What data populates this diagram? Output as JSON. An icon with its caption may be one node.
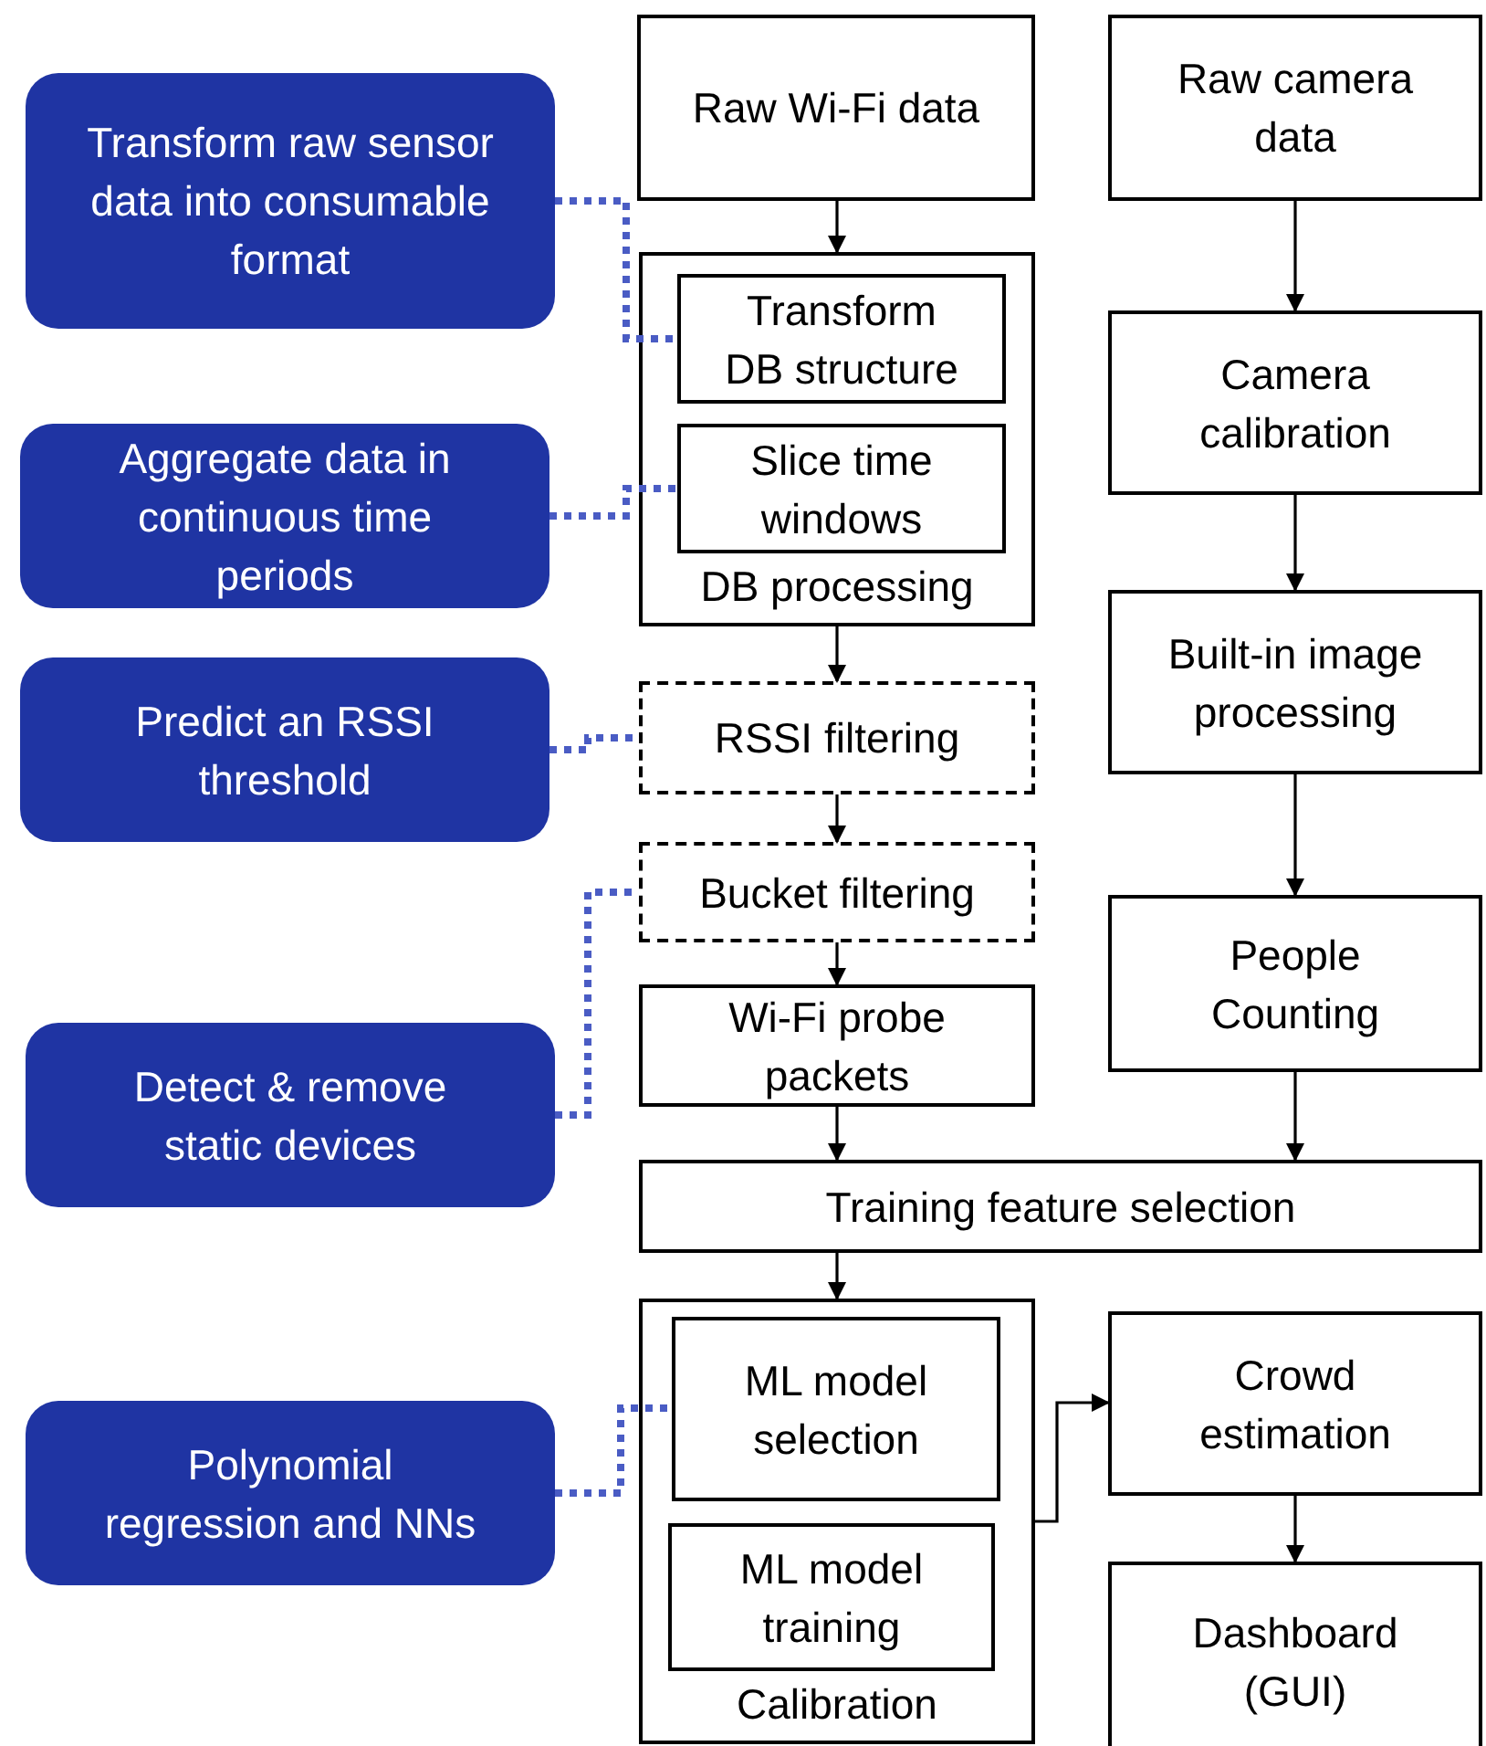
{
  "diagram": {
    "nodes": [
      {
        "text": [
          "Transform raw sensor data into consumable format"
        ]
      },
      {
        "text": [
          "Raw Wi-Fi data"
        ]
      },
      {
        "text": [
          "Raw camera data"
        ]
      },
      {
        "text": [
          "DB processing"
        ]
      },
      {
        "text": [
          "Transform DB structure"
        ],
        "in": 3
      },
      {
        "text": [
          "Slice time windows"
        ],
        "in": 3
      },
      {
        "text": [
          "Aggregate data in continuous time periods"
        ]
      },
      {
        "text": [
          "Camera calibration"
        ]
      },
      {
        "text": [
          "Predict an RSSI threshold"
        ]
      },
      {
        "text": [
          "RSSI filtering"
        ]
      },
      {
        "text": [
          "Built-in image processing"
        ]
      },
      {
        "text": [
          "Bucket filtering"
        ]
      },
      {
        "text": [
          "Wi-Fi probe packets"
        ]
      },
      {
        "text": [
          "People Counting"
        ]
      },
      {
        "text": [
          "Detect & remove static devices"
        ]
      },
      {
        "text": [
          "Training feature selection"
        ]
      },
      {
        "text": [
          "Calibration"
        ]
      },
      {
        "text": [
          "ML model selection"
        ],
        "in": 16
      },
      {
        "text": [
          "Crowd estimation"
        ]
      },
      {
        "text": [
          "Polynomial regression and NNs"
        ]
      },
      {
        "text": [
          "ML model training"
        ],
        "in": 16
      },
      {
        "text": [
          "Dashboard (GUI)"
        ]
      }
    ],
    "edges": [
      {
        "from": 1,
        "to": 3,
        "arrow": "to"
      },
      {
        "from": 3,
        "to": 9,
        "arrow": "to"
      },
      {
        "from": 9,
        "to": 11,
        "arrow": "to"
      },
      {
        "from": 11,
        "to": 12,
        "arrow": "to"
      },
      {
        "from": 12,
        "to": 15,
        "arrow": "to"
      },
      {
        "from": 2,
        "to": 7,
        "arrow": "to"
      },
      {
        "from": 7,
        "to": 10,
        "arrow": "to"
      },
      {
        "from": 10,
        "to": 13,
        "arrow": "to"
      },
      {
        "from": 13,
        "to": 15,
        "arrow": "to"
      },
      {
        "from": 15,
        "to": 16,
        "arrow": "to"
      },
      {
        "from": 16,
        "to": 18,
        "arrow": "to"
      },
      {
        "from": 18,
        "to": 21,
        "arrow": "to"
      },
      {
        "from": 0,
        "to": 4,
        "arrow": "none",
        "style": "dashed",
        "color": "#4a5cc4"
      },
      {
        "from": 6,
        "to": 5,
        "arrow": "none",
        "style": "dashed",
        "color": "#4a5cc4"
      },
      {
        "from": 8,
        "to": 9,
        "arrow": "none",
        "style": "dashed",
        "color": "#4a5cc4"
      },
      {
        "from": 14,
        "to": 11,
        "arrow": "none",
        "style": "dashed",
        "color": "#4a5cc4"
      },
      {
        "from": 19,
        "to": 17,
        "arrow": "none",
        "style": "dashed",
        "color": "#4a5cc4"
      }
    ]
  }
}
